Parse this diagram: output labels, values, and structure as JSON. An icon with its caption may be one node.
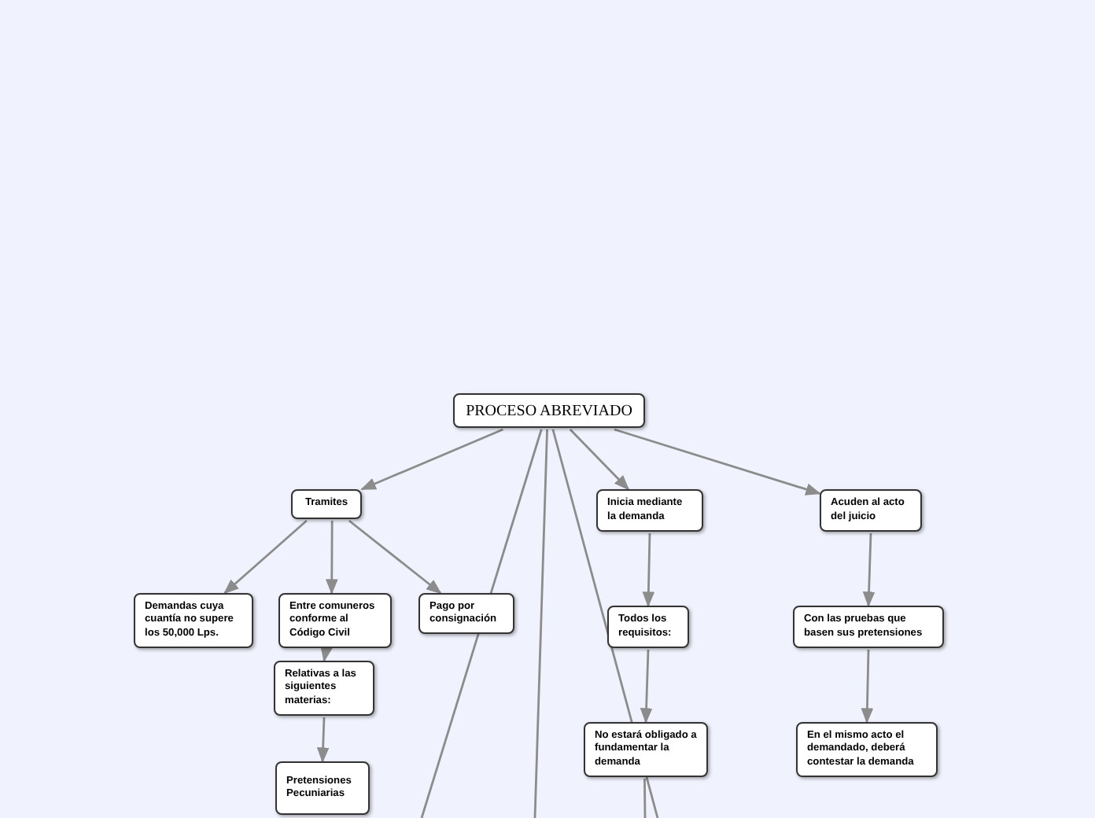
{
  "diagram": {
    "nodes": [
      {
        "text": [
          "PROCESO ABREVIADO"
        ]
      },
      {
        "text": [
          "Tramites"
        ]
      },
      {
        "text": [
          "Inicia mediante la demanda"
        ]
      },
      {
        "text": [
          "Acuden al acto del juicio"
        ]
      },
      {
        "text": [
          "Demandas cuya cuantía no supere los 50,000 Lps."
        ]
      },
      {
        "text": [
          "Entre comuneros conforme al Código Civil"
        ]
      },
      {
        "text": [
          "Pago por consignación"
        ]
      },
      {
        "text": [
          "Todos los requisitos:"
        ]
      },
      {
        "text": [
          "Con las pruebas que basen sus pretensiones"
        ]
      },
      {
        "text": [
          "Relativas a las siguientes materias:"
        ]
      },
      {
        "text": [
          "No estará obligado a fundamentar la demanda"
        ]
      },
      {
        "text": [
          "En el mismo acto el demandado, deberá contestar la demanda"
        ]
      },
      {
        "text": [
          "Pretensiones Pecuniarias"
        ]
      }
    ],
    "edges": [
      {
        "from": 0,
        "to": 1,
        "arrow": "to"
      },
      {
        "from": 0,
        "to": 2,
        "arrow": "to"
      },
      {
        "from": 0,
        "to": 3,
        "arrow": "to"
      },
      {
        "from": 1,
        "to": 4,
        "arrow": "to"
      },
      {
        "from": 1,
        "to": 5,
        "arrow": "to"
      },
      {
        "from": 1,
        "to": 6,
        "arrow": "to"
      },
      {
        "from": 5,
        "to": 9,
        "arrow": "to"
      },
      {
        "from": 2,
        "to": 7,
        "arrow": "to"
      },
      {
        "from": 7,
        "to": 10,
        "arrow": "to"
      },
      {
        "from": 3,
        "to": 8,
        "arrow": "to"
      },
      {
        "from": 8,
        "to": 11,
        "arrow": "to"
      },
      {
        "from": 9,
        "to": 12,
        "arrow": "to"
      },
      {
        "from": 0,
        "to": null,
        "arrow": "none"
      },
      {
        "from": 0,
        "to": null,
        "arrow": "none"
      },
      {
        "from": 0,
        "to": null,
        "arrow": "none"
      },
      {
        "from": 10,
        "to": null,
        "arrow": "none"
      }
    ]
  }
}
